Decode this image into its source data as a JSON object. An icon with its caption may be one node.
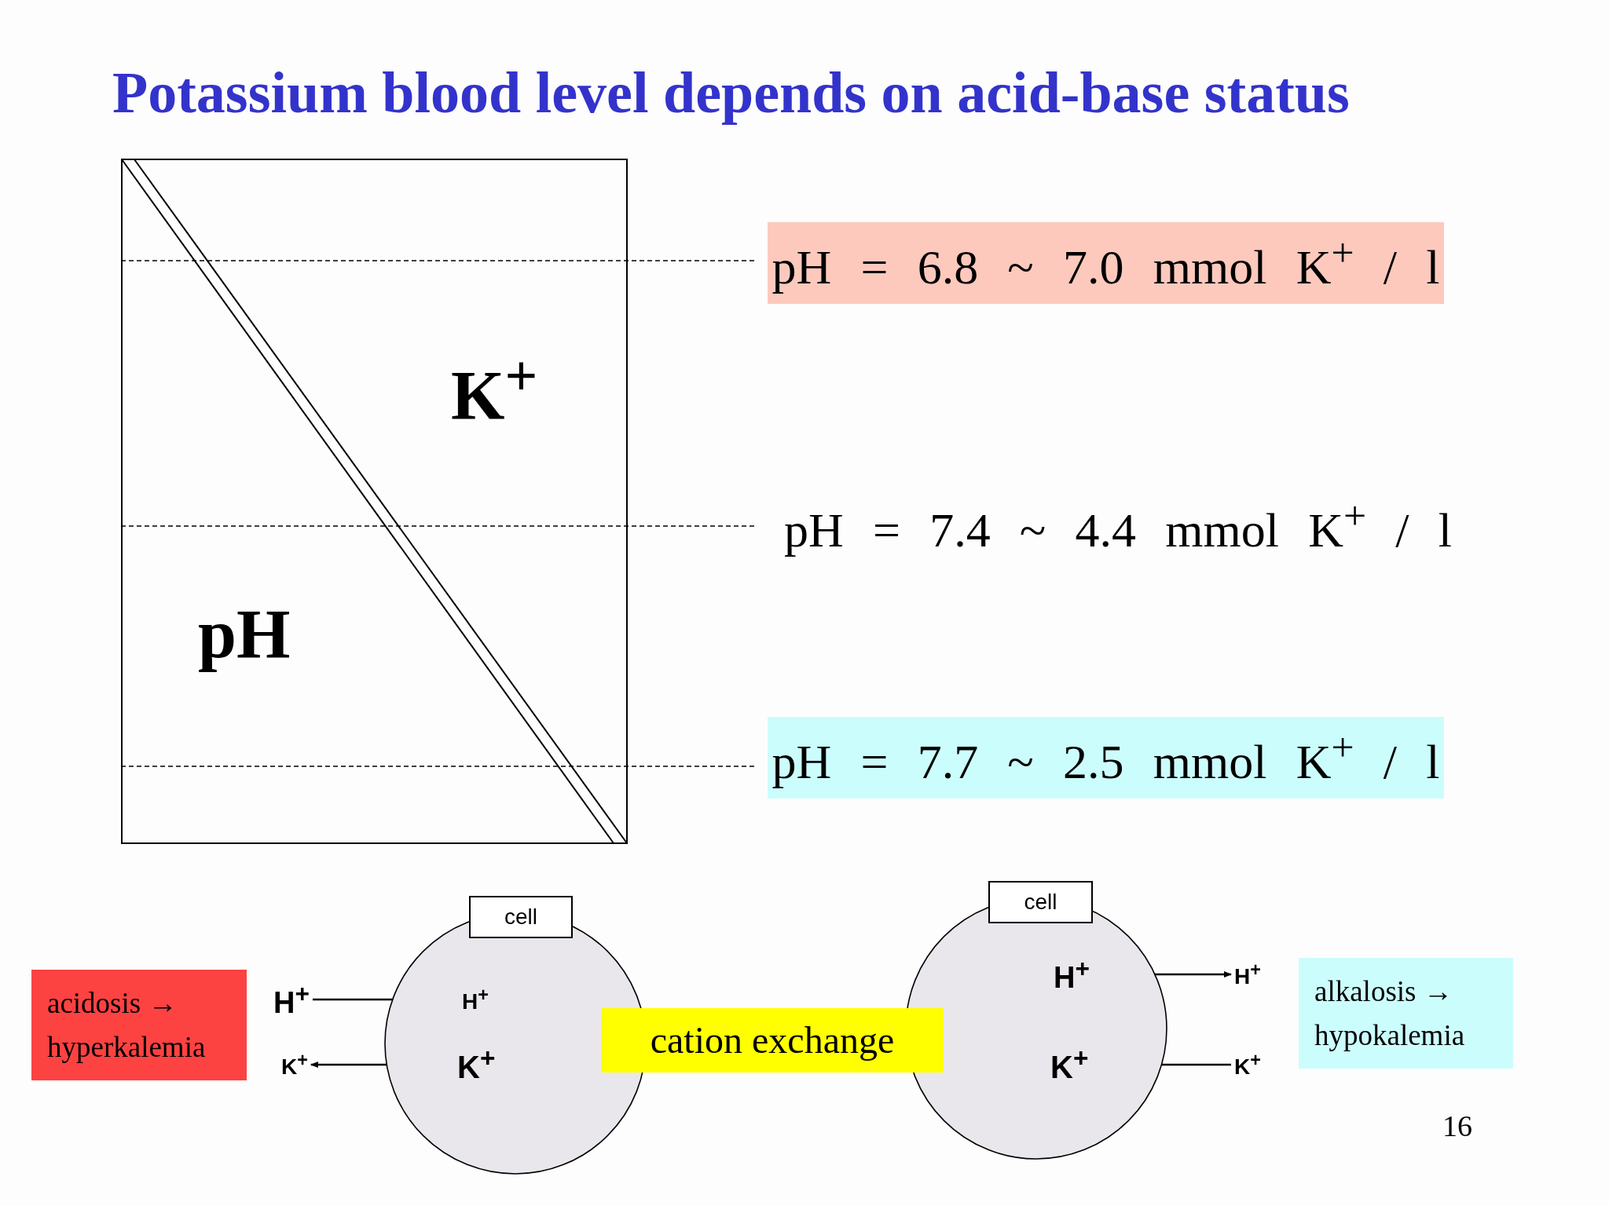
{
  "diagram": {
    "title": "Potassium blood level depends on acid-base status",
    "nodes": [
      {
        "text": [
          "K$^{+}$",
          "pH"
        ]
      },
      {
        "text": [
          "pH = 6.8 ~ 7.0 mmol K$^{+}$ / l"
        ]
      },
      {
        "text": [
          "pH = 7.7 ~ 2.5 mmol K$^{+}$ / l"
        ]
      },
      {
        "text": [
          "acidosis → hyperkalemia"
        ]
      },
      {
        "text": [],
        "shape": "circle"
      },
      {
        "text": [
          "cell"
        ]
      },
      {
        "text": [
          "H$^{+}$"
        ]
      },
      {
        "text": [
          "H$^{+}$"
        ],
        "in": 4
      },
      {
        "text": [
          "K$^{+}$"
        ]
      },
      {
        "text": [
          "K$^{+}$"
        ],
        "in": 4
      },
      {
        "text": [
          "cation exchange"
        ]
      },
      {
        "text": [],
        "shape": "circle"
      },
      {
        "text": [
          "cell"
        ]
      },
      {
        "text": [
          "H$^{+}$"
        ],
        "in": 11
      },
      {
        "text": [
          "H$^{+}$"
        ]
      },
      {
        "text": [
          "K$^{+}$"
        ],
        "in": 11
      },
      {
        "text": [
          "K$^{+}$"
        ]
      },
      {
        "text": [
          "alkalosis → hypokalemia"
        ]
      }
    ],
    "edges": [
      {
        "from": 6,
        "to": 7,
        "arrow": "to"
      },
      {
        "from": 9,
        "to": 8,
        "arrow": "to"
      },
      {
        "from": 13,
        "to": 14,
        "arrow": "to"
      },
      {
        "from": 16,
        "to": 15,
        "arrow": "to"
      }
    ],
    "labels": [
      "pH = 7.4 ~ 4.4 mmol K$^{+}$ / l",
      "16"
    ]
  }
}
